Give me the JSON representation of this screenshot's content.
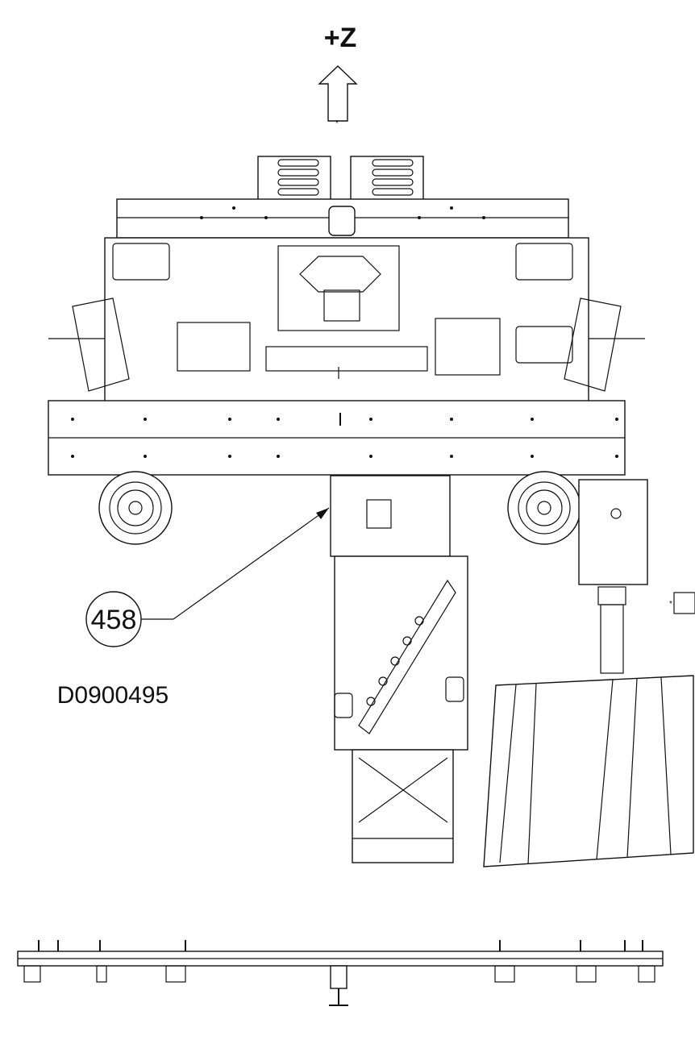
{
  "drawing": {
    "axis_label": "+Z",
    "callout": {
      "item_number": "458",
      "drawing_number": "D0900495"
    }
  },
  "colors": {
    "line": "#111111",
    "background": "#ffffff"
  }
}
